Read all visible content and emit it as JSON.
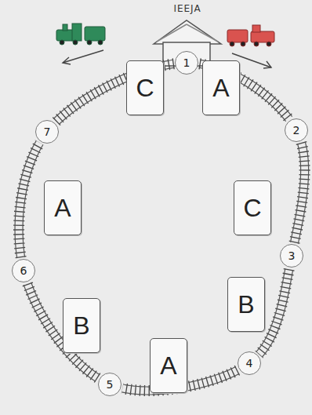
{
  "diagram": {
    "nodes": [
      {
        "text": [
          "1"
        ]
      },
      {
        "text": [
          "2"
        ]
      },
      {
        "text": [
          "3"
        ]
      },
      {
        "text": [
          "4"
        ]
      },
      {
        "text": [
          "5"
        ]
      },
      {
        "text": [
          "6"
        ]
      },
      {
        "text": [
          "7"
        ]
      },
      {
        "text": [
          "C"
        ]
      },
      {
        "text": [
          "A"
        ]
      },
      {
        "text": [
          "A"
        ]
      },
      {
        "text": [
          "C"
        ]
      },
      {
        "text": [
          "B"
        ]
      },
      {
        "text": [
          "B"
        ]
      },
      {
        "text": [
          "A"
        ]
      }
    ],
    "edges": [
      {
        "from": 0,
        "to": 1,
        "arrow": "none"
      },
      {
        "from": 1,
        "to": 2,
        "arrow": "none"
      },
      {
        "from": 2,
        "to": 3,
        "arrow": "none"
      },
      {
        "from": 3,
        "to": 4,
        "arrow": "none"
      },
      {
        "from": 4,
        "to": 5,
        "arrow": "none"
      },
      {
        "from": 5,
        "to": 6,
        "arrow": "none"
      },
      {
        "from": 6,
        "to": 0,
        "arrow": "none"
      }
    ],
    "labels": [
      "IEEJA"
    ]
  }
}
